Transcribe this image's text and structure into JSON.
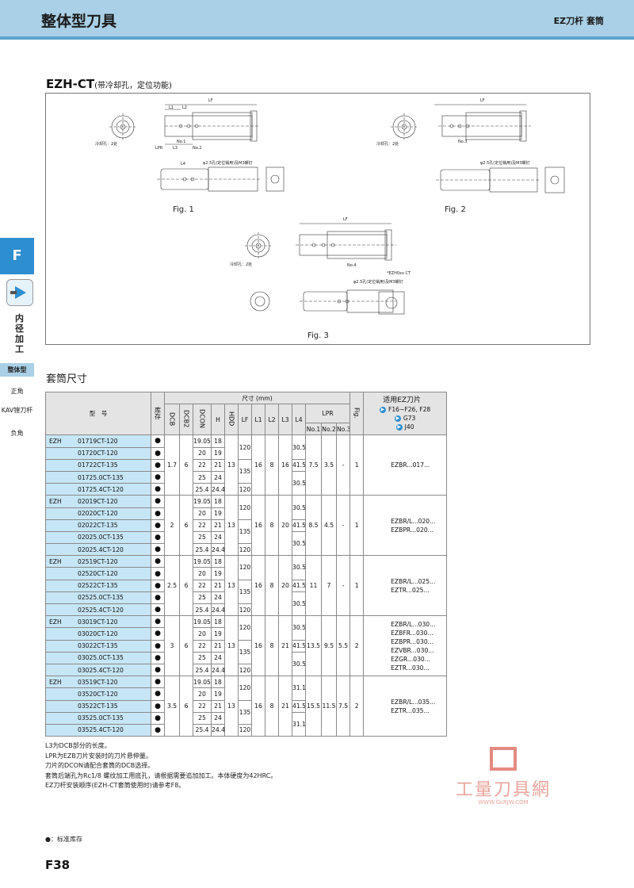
{
  "header": {
    "title": "整体型刀具",
    "right": "EZ刀杆 套筒"
  },
  "section": {
    "title": "EZH-CT",
    "subtitle": "(带冷却孔，定位功能)"
  },
  "figures": {
    "fig1": "Fig. 1",
    "fig2": "Fig. 2",
    "fig3": "Fig. 3",
    "labels": {
      "coolant_hole": "冷却孔：2处",
      "pin_hole": "φ2.5孔(定位销用)及M3螺钉",
      "lf": "LF",
      "l1": "L1",
      "l2": "L2",
      "l3": "L3",
      "l4": "L4",
      "lpr": "LPR",
      "no1": "No.1",
      "no2": "No.2",
      "no3": "No.3",
      "no4": "No.4",
      "note3": "*EZH0xx CT"
    }
  },
  "sidebar": {
    "tab": "F",
    "vertical": "内径加工",
    "nav": [
      "整体型",
      "正角",
      "KAV镗刀杆",
      "负角"
    ]
  },
  "subsection": "套筒尺寸",
  "table": {
    "h_model": "型　号",
    "h_stock": "库存",
    "h_dims": "尺寸 (mm)",
    "h_fig": "Fig.",
    "h_app": "适用EZ刀片",
    "app_items": [
      "F16~F26, F28",
      "G73",
      "J40"
    ],
    "cols": [
      "DCB",
      "DCB2",
      "DCON",
      "H",
      "HDD",
      "LF",
      "L1",
      "L2",
      "L3",
      "L4"
    ],
    "lpr": "LPR",
    "lpr_cols": [
      "No.1",
      "No.2",
      "No.3"
    ],
    "groups": [
      {
        "prefix": "EZH",
        "models": [
          "01719CT-120",
          "01720CT-120",
          "01722CT-135",
          "01725.0CT-135",
          "01725.4CT-120"
        ],
        "dcb": "1.7",
        "dcb2": "6",
        "dcon": [
          "19.05",
          "20",
          "22",
          "25",
          "25.4"
        ],
        "h": [
          "18",
          "19",
          "21",
          "24",
          "24.4"
        ],
        "hdd": "13",
        "lf": [
          "120",
          "135",
          "120"
        ],
        "l1": "16",
        "l2": "8",
        "l3": "16",
        "l4": [
          "30.5",
          "41.5",
          "30.5"
        ],
        "no1": "7.5",
        "no2": "3.5",
        "no3": "-",
        "fig": "1",
        "app": [
          "EZBR...017..."
        ]
      },
      {
        "prefix": "EZH",
        "models": [
          "02019CT-120",
          "02020CT-120",
          "02022CT-135",
          "02025.0CT-135",
          "02025.4CT-120"
        ],
        "dcb": "2",
        "dcb2": "6",
        "dcon": [
          "19.05",
          "20",
          "22",
          "25",
          "25.4"
        ],
        "h": [
          "18",
          "19",
          "21",
          "24",
          "24.4"
        ],
        "hdd": "13",
        "lf": [
          "120",
          "135",
          "120"
        ],
        "l1": "16",
        "l2": "8",
        "l3": "20",
        "l4": [
          "30.5",
          "41.5",
          "30.5"
        ],
        "no1": "8.5",
        "no2": "4.5",
        "no3": "-",
        "fig": "1",
        "app": [
          "EZBR/L...020...",
          "EZBPR...020..."
        ]
      },
      {
        "prefix": "EZH",
        "models": [
          "02519CT-120",
          "02520CT-120",
          "02522CT-135",
          "02525.0CT-135",
          "02525.4CT-120"
        ],
        "dcb": "2.5",
        "dcb2": "6",
        "dcon": [
          "19.05",
          "20",
          "22",
          "25",
          "25.4"
        ],
        "h": [
          "18",
          "19",
          "21",
          "24",
          "24.4"
        ],
        "hdd": "13",
        "lf": [
          "120",
          "135",
          "120"
        ],
        "l1": "16",
        "l2": "8",
        "l3": "20",
        "l4": [
          "30.5",
          "41.5",
          "30.5"
        ],
        "no1": "11",
        "no2": "7",
        "no3": "-",
        "fig": "1",
        "app": [
          "EZBR/L...025...",
          "EZTR...025..."
        ]
      },
      {
        "prefix": "EZH",
        "models": [
          "03019CT-120",
          "03020CT-120",
          "03022CT-135",
          "03025.0CT-135",
          "03025.4CT-120"
        ],
        "dcb": "3",
        "dcb2": "6",
        "dcon": [
          "19.05",
          "20",
          "22",
          "25",
          "25.4"
        ],
        "h": [
          "18",
          "19",
          "21",
          "24",
          "24.4"
        ],
        "hdd": "13",
        "lf": [
          "120",
          "135",
          "120"
        ],
        "l1": "16",
        "l2": "8",
        "l3": "21",
        "l4": [
          "30.5",
          "41.5",
          "30.5"
        ],
        "no1": "13.5",
        "no2": "9.5",
        "no3": "5.5",
        "fig": "2",
        "app": [
          "EZBR/L...030...",
          "EZBFR...030...",
          "EZBPR...030...",
          "EZVBR...030...",
          "EZGR...030...",
          "EZTR...030..."
        ]
      },
      {
        "prefix": "EZH",
        "models": [
          "03519CT-120",
          "03520CT-120",
          "03522CT-135",
          "03525.0CT-135",
          "03525.4CT-120"
        ],
        "dcb": "3.5",
        "dcb2": "6",
        "dcon": [
          "19.05",
          "20",
          "22",
          "25",
          "25.4"
        ],
        "h": [
          "18",
          "19",
          "21",
          "24",
          "24.4"
        ],
        "hdd": "13",
        "lf": [
          "120",
          "135",
          "120"
        ],
        "l1": "16",
        "l2": "8",
        "l3": "21",
        "l4": [
          "31.1",
          "41.5",
          "31.1"
        ],
        "no1": "15.5",
        "no2": "11.5",
        "no3": "7.5",
        "fig": "2",
        "app": [
          "EZBR/L...035...",
          "EZTR...035..."
        ]
      }
    ]
  },
  "notes": [
    "L3为DCB部分的长度。",
    "LPR为EZB刀片安装时的刀片悬伸量。",
    "刀片的DCON请配合套筒的DCB选择。",
    "套筒后端孔为Rc1/8 螺纹加工用底孔，请根据需要追加加工。本体硬度为42HRC。",
    "EZ刀杆安装顺序(EZH-CT套筒使用时)请参考F8。"
  ],
  "legend": "●：标准库存",
  "page_number": "F38",
  "watermark": {
    "text": "工量刀具網",
    "url": "WWW.GLRJW.COM"
  },
  "colors": {
    "header": "#a9d0e6",
    "accent": "#2d8ed0",
    "model_cell": "#c6e6f6"
  }
}
